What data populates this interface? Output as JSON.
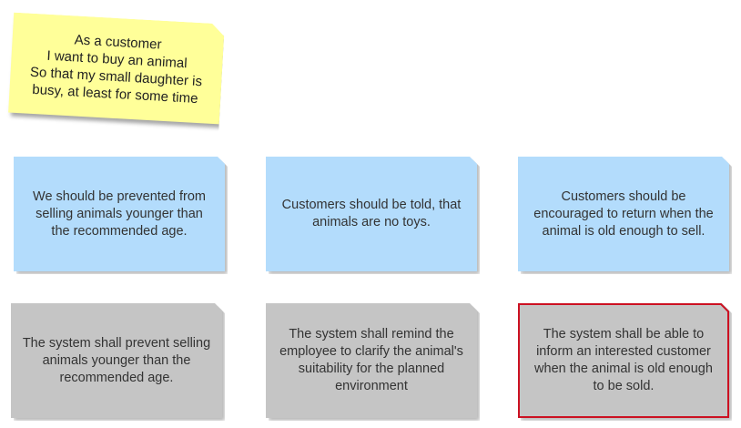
{
  "user_story": {
    "text": "As a customer\nI want to buy an animal\nSo that my small daughter is\nbusy, at least for some time",
    "color": "#ffff99"
  },
  "goals": [
    {
      "text": "We should be prevented from\nselling animals younger than\nthe recommended age."
    },
    {
      "text": "Customers should be told, that\nanimals are no toys."
    },
    {
      "text": "Customers should be\nencouraged to return when the\nanimal is old enough to sell."
    }
  ],
  "requirements": [
    {
      "text": "The system shall prevent selling\nanimals younger than the\nrecommended age."
    },
    {
      "text": "The system shall remind the\nemployee to clarify the animal's\nsuitability for the planned\nenvironment"
    },
    {
      "text": "The system shall be able to\ninform an interested customer\nwhen the animal is old enough\nto be sold.",
      "selected": true
    }
  ],
  "colors": {
    "goal": "#b3dcfc",
    "requirement": "#c5c5c5",
    "selection": "#cc1122"
  }
}
